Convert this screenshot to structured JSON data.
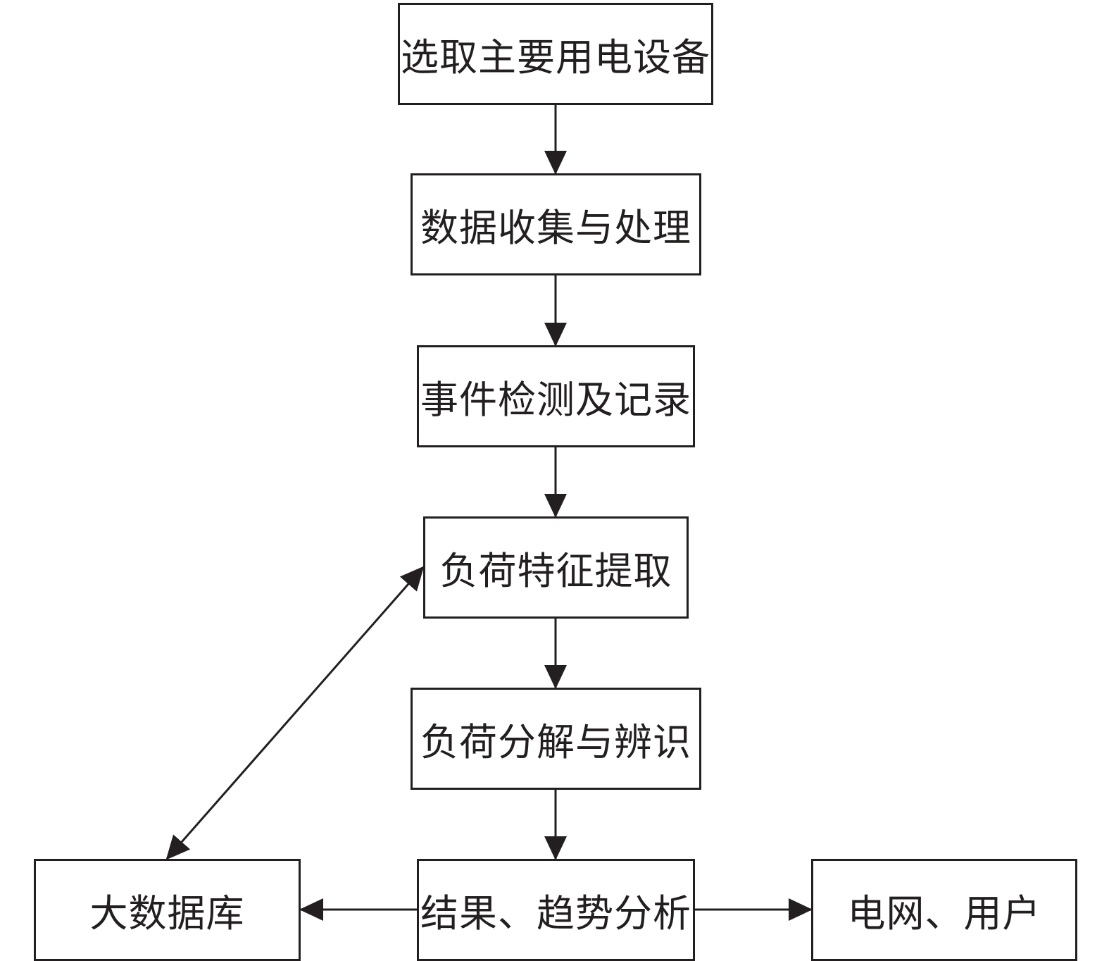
{
  "diagram": {
    "type": "flowchart",
    "line_color": "#231f20",
    "nodes": [
      {
        "id": "n1",
        "label": "选取主要用电设备"
      },
      {
        "id": "n2",
        "label": "数据收集与处理"
      },
      {
        "id": "n3",
        "label": "事件检测及记录"
      },
      {
        "id": "n4",
        "label": "负荷特征提取"
      },
      {
        "id": "n5",
        "label": "负荷分解与辨识"
      },
      {
        "id": "n6",
        "label": "结果、趋势分析"
      },
      {
        "id": "n7",
        "label": "大数据库"
      },
      {
        "id": "n8",
        "label": "电网、用户"
      }
    ],
    "edges": [
      {
        "from": "n1",
        "to": "n2",
        "direction": "forward"
      },
      {
        "from": "n2",
        "to": "n3",
        "direction": "forward"
      },
      {
        "from": "n3",
        "to": "n4",
        "direction": "forward"
      },
      {
        "from": "n4",
        "to": "n5",
        "direction": "forward"
      },
      {
        "from": "n5",
        "to": "n6",
        "direction": "forward"
      },
      {
        "from": "n6",
        "to": "n7",
        "direction": "forward"
      },
      {
        "from": "n6",
        "to": "n8",
        "direction": "forward"
      },
      {
        "from": "n7",
        "to": "n4",
        "direction": "bidirectional"
      }
    ]
  }
}
